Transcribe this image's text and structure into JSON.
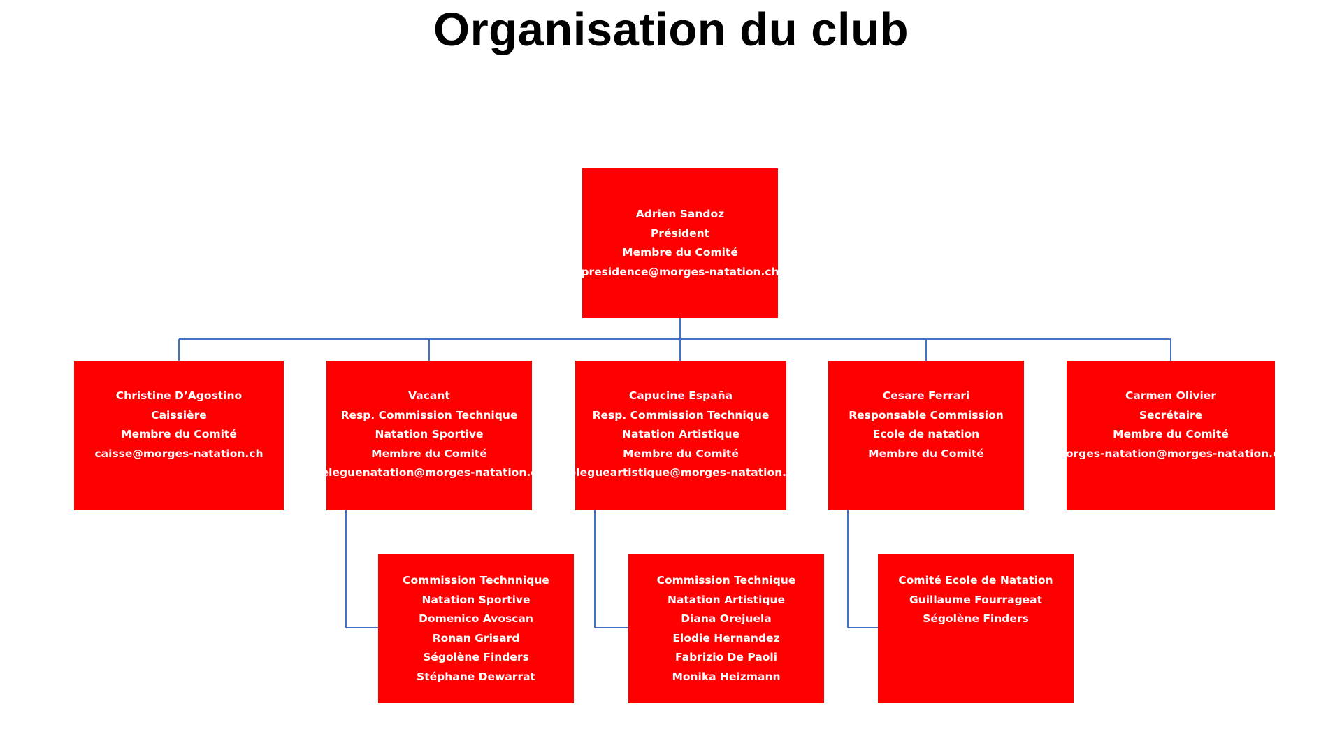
{
  "title": "Organisation du club",
  "colors": {
    "node_fill": "#ff0000",
    "node_text": "#ffffff",
    "connector": "#4472C4",
    "title": "#000000"
  },
  "nodes": {
    "president": {
      "lines": [
        "Adrien Sandoz",
        "Président",
        "Membre du Comité",
        "presidence@morges-natation.ch"
      ]
    },
    "caisse": {
      "lines": [
        "Christine D’Agostino",
        "Caissière",
        "Membre du Comité",
        "caisse@morges-natation.ch"
      ]
    },
    "sportive": {
      "lines": [
        "Vacant",
        "Resp. Commission Technique",
        "Natation Sportive",
        "Membre du Comité",
        "deleguenatation@morges-natation.ch"
      ]
    },
    "artistique": {
      "lines": [
        "Capucine España",
        "Resp. Commission Technique",
        "Natation Artistique",
        "Membre du Comité",
        "delegueartistique@morges-natation.ch"
      ]
    },
    "ecole": {
      "lines": [
        "Cesare Ferrari",
        "Responsable Commission",
        "Ecole de natation",
        "Membre du Comité"
      ]
    },
    "secretaire": {
      "lines": [
        "Carmen Olivier",
        "Secrétaire",
        "Membre du Comité",
        "morges-natation@morges-natation.ch"
      ]
    },
    "ct_sport": {
      "lines": [
        "Commission Technnique",
        "Natation Sportive",
        "Domenico Avoscan",
        "Ronan Grisard",
        "Ségolène Finders",
        "Stéphane Dewarrat"
      ]
    },
    "ct_art": {
      "lines": [
        "Commission Technique",
        "Natation Artistique",
        "Diana Orejuela",
        "Elodie Hernandez",
        "Fabrizio De Paoli",
        "Monika Heizmann"
      ]
    },
    "ecole_com": {
      "lines": [
        "Comité Ecole de Natation",
        "Guillaume Fourrageat",
        "Ségolène Finders"
      ]
    }
  }
}
